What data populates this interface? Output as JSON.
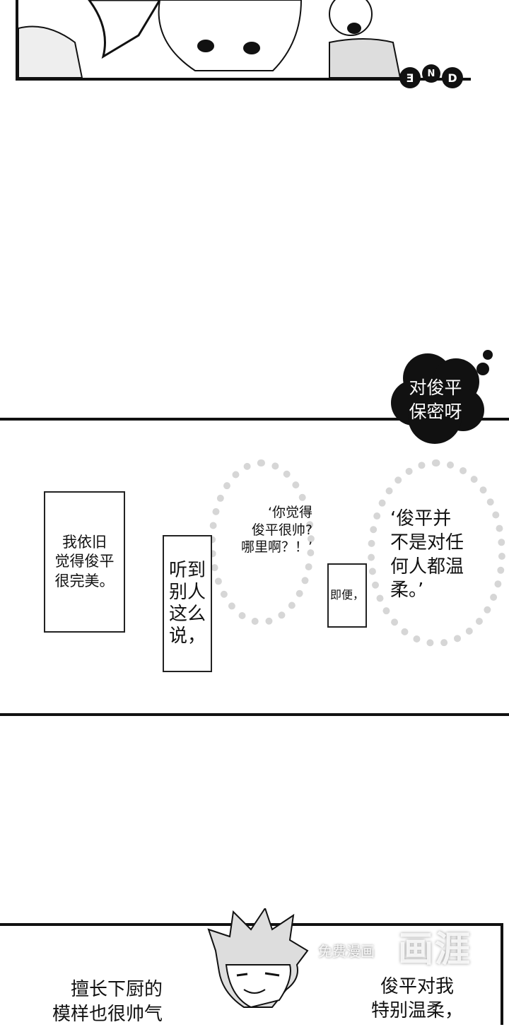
{
  "top_panel": {
    "end_badge": [
      "E",
      "N",
      "D"
    ]
  },
  "thought_cloud": {
    "text": "对俊平\n保密呀"
  },
  "middle_panel": {
    "caption_1": "我依旧\n觉得俊平\n很完美。",
    "caption_2": "听到\n别人\n这么\n说，",
    "bubble_1": "‘你觉得\n俊平很帅?\n哪里啊？！’",
    "caption_3": "即便，",
    "bubble_2": "‘俊平并\n不是对任\n何人都温\n柔。’"
  },
  "bottom_panel": {
    "left_text": "擅长下厨的\n模样也很帅气",
    "right_text": "俊平对我\n特别温柔，"
  },
  "watermark": {
    "logo": "画涯",
    "subtitle": "免费漫画"
  }
}
